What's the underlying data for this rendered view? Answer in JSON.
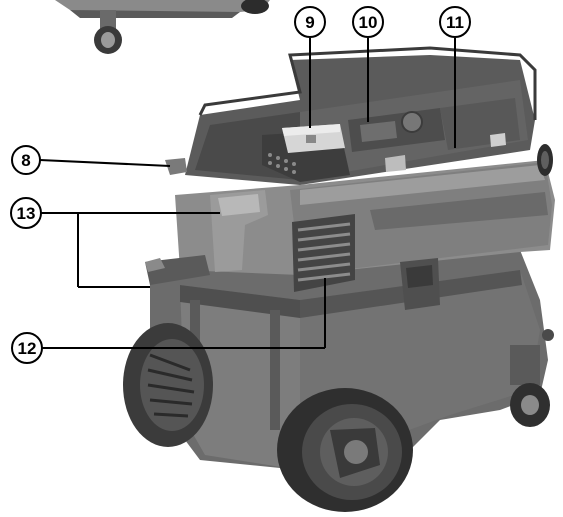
{
  "callouts": {
    "c8": {
      "label": "8"
    },
    "c9": {
      "label": "9"
    },
    "c10": {
      "label": "10"
    },
    "c11": {
      "label": "11"
    },
    "c12": {
      "label": "12"
    },
    "c13": {
      "label": "13"
    }
  },
  "colors": {
    "body_light": "#9a9a9a",
    "body_mid": "#7a7a7a",
    "body_dark": "#4e4e4e",
    "body_darker": "#3a3a3a",
    "line": "#000000"
  }
}
